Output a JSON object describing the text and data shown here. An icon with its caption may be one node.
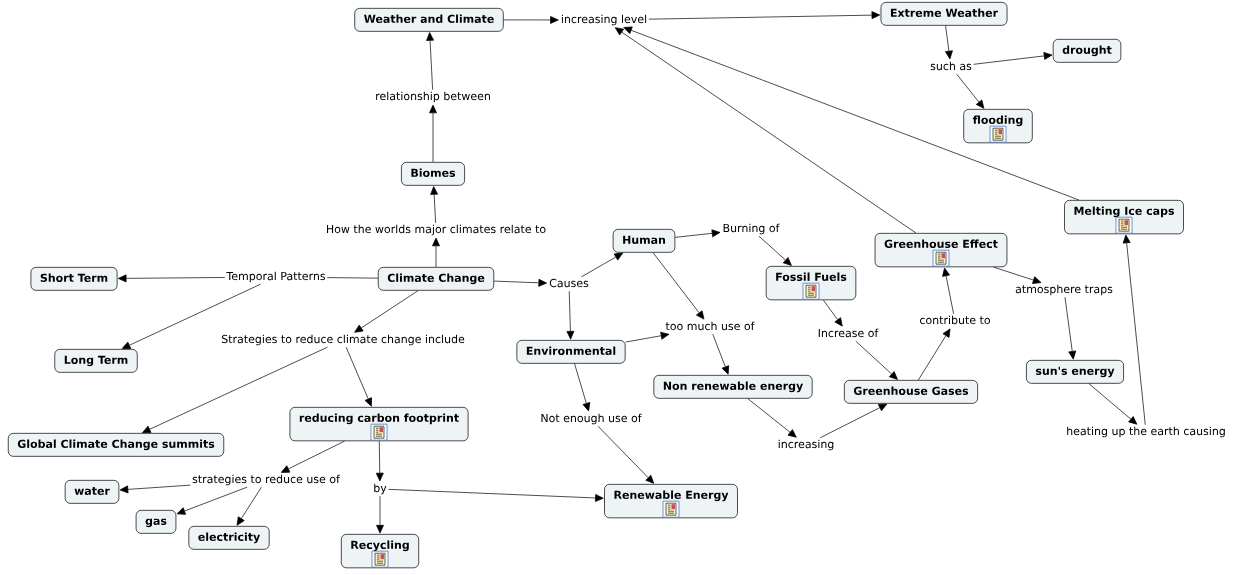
{
  "diagram": {
    "nodes": [
      {
        "text": [
          "Weather and Climate"
        ]
      },
      {
        "text": [
          "increasing level"
        ]
      },
      {
        "text": [
          "Extreme Weather"
        ]
      },
      {
        "text": [
          "such as"
        ]
      },
      {
        "text": [
          "drought"
        ]
      },
      {
        "text": [
          "flooding"
        ]
      },
      {
        "text": [
          "relationship between"
        ]
      },
      {
        "text": [
          "Biomes"
        ]
      },
      {
        "text": [
          "How the worlds major climates relate to"
        ]
      },
      {
        "text": [
          "Human"
        ]
      },
      {
        "text": [
          "Burning of"
        ]
      },
      {
        "text": [
          "Greenhouse Effect"
        ]
      },
      {
        "text": [
          "Melting Ice caps"
        ]
      },
      {
        "text": [
          "Short Term"
        ]
      },
      {
        "text": [
          "Temporal Patterns"
        ]
      },
      {
        "text": [
          "Climate Change"
        ]
      },
      {
        "text": [
          "Causes"
        ]
      },
      {
        "text": [
          "Fossil Fuels"
        ]
      },
      {
        "text": [
          "atmosphere traps"
        ]
      },
      {
        "text": [
          "Strategies to reduce climate change include"
        ]
      },
      {
        "text": [
          "too much use of"
        ]
      },
      {
        "text": [
          "Increase of"
        ]
      },
      {
        "text": [
          "contribute to"
        ]
      },
      {
        "text": [
          "Long Term"
        ]
      },
      {
        "text": [
          "Environmental"
        ]
      },
      {
        "text": [
          "sun's energy"
        ]
      },
      {
        "text": [
          "Non renewable energy"
        ]
      },
      {
        "text": [
          "Greenhouse Gases"
        ]
      },
      {
        "text": [
          "Not enough use of"
        ]
      },
      {
        "text": [
          "reducing carbon footprint"
        ]
      },
      {
        "text": [
          "Global Climate Change summits"
        ]
      },
      {
        "text": [
          "heating up the earth causing"
        ]
      },
      {
        "text": [
          "increasing"
        ]
      },
      {
        "text": [
          "strategies to reduce use of"
        ]
      },
      {
        "text": [
          "water"
        ]
      },
      {
        "text": [
          "by"
        ]
      },
      {
        "text": [
          "Renewable Energy"
        ]
      },
      {
        "text": [
          "gas"
        ]
      },
      {
        "text": [
          "electricity"
        ]
      },
      {
        "text": [
          "Recycling"
        ]
      }
    ],
    "edges": [
      {
        "from": 0,
        "to": 1,
        "arrow": "to"
      },
      {
        "from": 1,
        "to": 2,
        "arrow": "to"
      },
      {
        "from": 2,
        "to": 3,
        "arrow": "to"
      },
      {
        "from": 3,
        "to": 4,
        "arrow": "to"
      },
      {
        "from": 3,
        "to": 5,
        "arrow": "to"
      },
      {
        "from": 15,
        "to": 8,
        "arrow": "to"
      },
      {
        "from": 8,
        "to": 7,
        "arrow": "to"
      },
      {
        "from": 7,
        "to": 6,
        "arrow": "to"
      },
      {
        "from": 6,
        "to": 0,
        "arrow": "to"
      },
      {
        "from": 15,
        "to": 14,
        "arrow": "none"
      },
      {
        "from": 14,
        "to": 13,
        "arrow": "to"
      },
      {
        "from": 14,
        "to": 23,
        "arrow": "to"
      },
      {
        "from": 15,
        "to": 16,
        "arrow": "to"
      },
      {
        "from": 16,
        "to": 9,
        "arrow": "to"
      },
      {
        "from": 16,
        "to": 24,
        "arrow": "to"
      },
      {
        "from": 9,
        "to": 10,
        "arrow": "to"
      },
      {
        "from": 10,
        "to": 17,
        "arrow": "to"
      },
      {
        "from": 9,
        "to": 20,
        "arrow": "to"
      },
      {
        "from": 24,
        "to": 20,
        "arrow": "to"
      },
      {
        "from": 20,
        "to": 26,
        "arrow": "to"
      },
      {
        "from": 17,
        "to": 21,
        "arrow": "to"
      },
      {
        "from": 21,
        "to": 27,
        "arrow": "to"
      },
      {
        "from": 27,
        "to": 22,
        "arrow": "to"
      },
      {
        "from": 22,
        "to": 11,
        "arrow": "to"
      },
      {
        "from": 11,
        "to": 1,
        "arrow": "to"
      },
      {
        "from": 12,
        "to": 1,
        "arrow": "to"
      },
      {
        "from": 11,
        "to": 18,
        "arrow": "to"
      },
      {
        "from": 18,
        "to": 25,
        "arrow": "to"
      },
      {
        "from": 25,
        "to": 31,
        "arrow": "to"
      },
      {
        "from": 31,
        "to": 12,
        "arrow": "to"
      },
      {
        "from": 26,
        "to": 32,
        "arrow": "to"
      },
      {
        "from": 32,
        "to": 27,
        "arrow": "to"
      },
      {
        "from": 24,
        "to": 28,
        "arrow": "to"
      },
      {
        "from": 28,
        "to": 36,
        "arrow": "to"
      },
      {
        "from": 15,
        "to": 19,
        "arrow": "to"
      },
      {
        "from": 19,
        "to": 30,
        "arrow": "to"
      },
      {
        "from": 19,
        "to": 29,
        "arrow": "to"
      },
      {
        "from": 29,
        "to": 33,
        "arrow": "to"
      },
      {
        "from": 33,
        "to": 34,
        "arrow": "to"
      },
      {
        "from": 33,
        "to": 37,
        "arrow": "to"
      },
      {
        "from": 33,
        "to": 38,
        "arrow": "to"
      },
      {
        "from": 29,
        "to": 35,
        "arrow": "to"
      },
      {
        "from": 35,
        "to": 39,
        "arrow": "to"
      },
      {
        "from": 35,
        "to": 36,
        "arrow": "to"
      }
    ]
  }
}
